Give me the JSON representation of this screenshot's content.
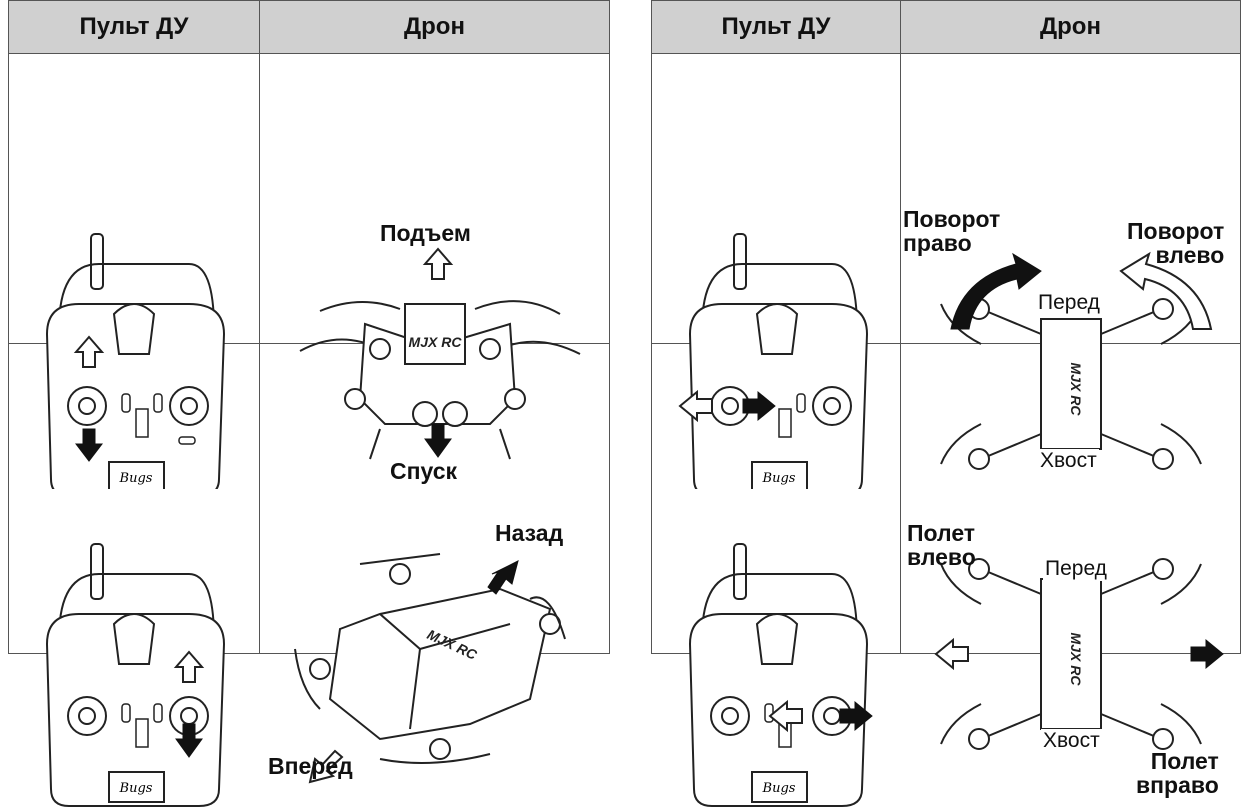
{
  "headers": {
    "left_remote": "Пульт ДУ",
    "left_drone": "Дрон",
    "right_remote": "Пульт ДУ",
    "right_drone": "Дрон"
  },
  "remote_label": "Bugs",
  "rows": {
    "throttle": {
      "up": "Подъем",
      "down": "Спуск"
    },
    "pitch": {
      "back": "Назад",
      "forward": "Вперед"
    },
    "yaw": {
      "right": "Поворот\nправо",
      "left": "Поворот\nвлево",
      "front": "Перед",
      "tail": "Хвост"
    },
    "roll": {
      "left": "Полет\nвлево",
      "right": "Полет\nвправо",
      "front": "Перед",
      "tail": "Хвост"
    }
  },
  "drone_brand": "MJX RC"
}
